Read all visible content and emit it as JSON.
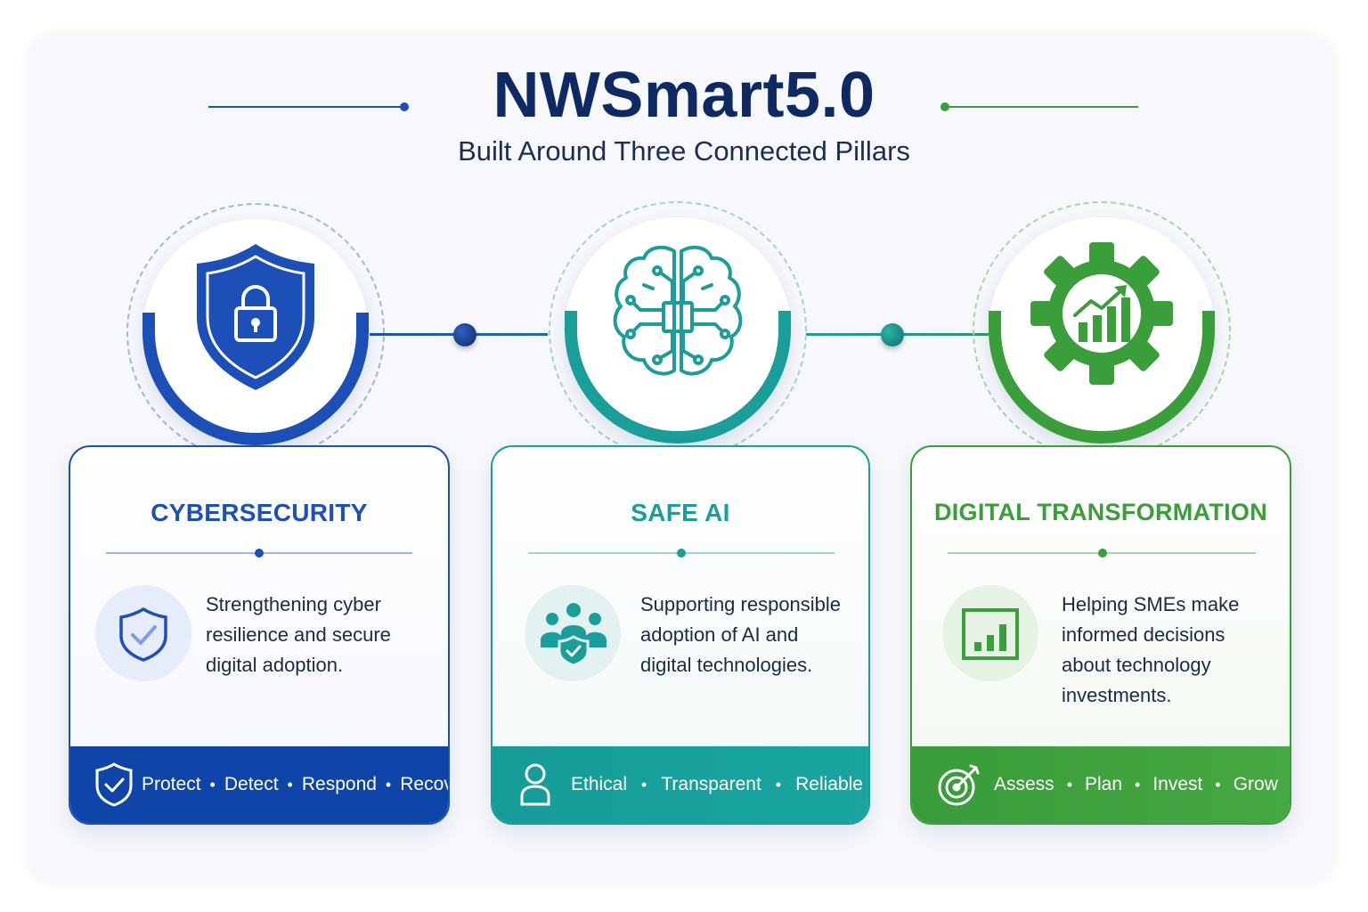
{
  "title": "NWSmart5.0",
  "subtitle": "Built Around Three Connected Pillars",
  "colors": {
    "navy": "#0f2a63",
    "blue": "#1d4fb8",
    "teal": "#1a9e9a",
    "green": "#3a9f3a"
  },
  "pillars": [
    {
      "id": "cybersecurity",
      "title": "CYBERSECURITY",
      "icon": "shield-lock-icon",
      "small_icon": "shield-check-icon",
      "description": [
        "Strengthening cyber",
        "resilience and secure",
        "digital adoption."
      ],
      "footer_icon": "shield-check-icon",
      "footer_words": [
        "Protect",
        "Detect",
        "Respond",
        "Recover"
      ]
    },
    {
      "id": "safe-ai",
      "title": "SAFE AI",
      "icon": "brain-circuit-icon",
      "small_icon": "people-shield-icon",
      "description": [
        "Supporting responsible",
        "adoption of AI and",
        "digital technologies."
      ],
      "footer_icon": "person-icon",
      "footer_words": [
        "Ethical",
        "Transparent",
        "Reliable"
      ]
    },
    {
      "id": "digital-transformation",
      "title": "DIGITAL TRANSFORMATION",
      "icon": "gear-chart-icon",
      "small_icon": "bar-chart-icon",
      "description": [
        "Helping SMEs make",
        "informed decisions",
        "about technology",
        "investments."
      ],
      "footer_icon": "target-icon",
      "footer_words": [
        "Assess",
        "Plan",
        "Invest",
        "Grow"
      ]
    }
  ]
}
